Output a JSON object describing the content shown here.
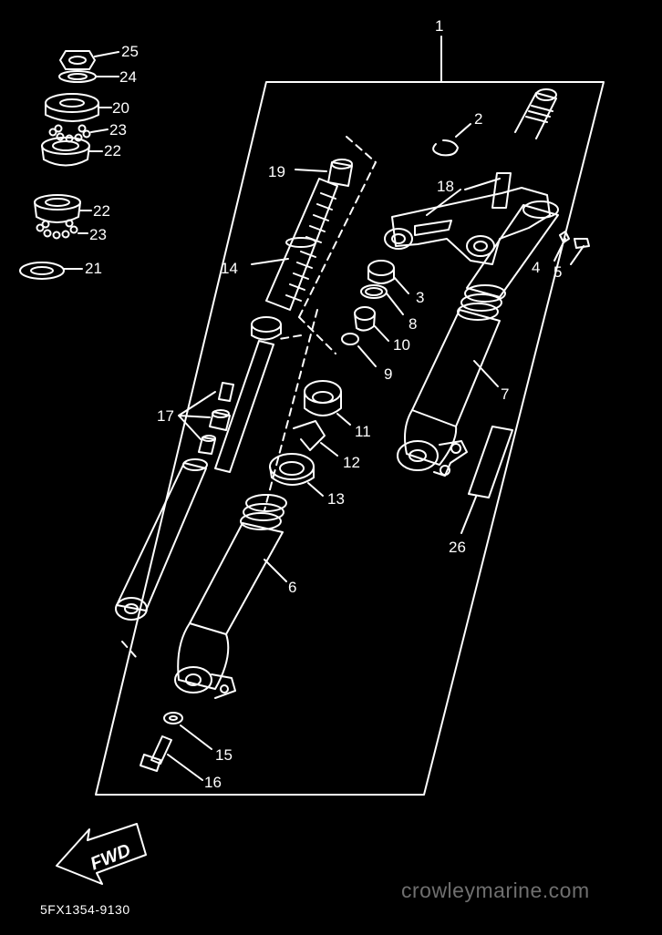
{
  "colors": {
    "background": "#000000",
    "line": "#ffffff",
    "watermark": "#6f6f6f"
  },
  "callouts": [
    {
      "id": "c1",
      "label": "1"
    },
    {
      "id": "c2",
      "label": "2"
    },
    {
      "id": "c3",
      "label": "3"
    },
    {
      "id": "c4",
      "label": "4"
    },
    {
      "id": "c5",
      "label": "5"
    },
    {
      "id": "c6",
      "label": "6"
    },
    {
      "id": "c7",
      "label": "7"
    },
    {
      "id": "c8",
      "label": "8"
    },
    {
      "id": "c9",
      "label": "9"
    },
    {
      "id": "c10",
      "label": "10"
    },
    {
      "id": "c11",
      "label": "11"
    },
    {
      "id": "c12",
      "label": "12"
    },
    {
      "id": "c13",
      "label": "13"
    },
    {
      "id": "c14",
      "label": "14"
    },
    {
      "id": "c15",
      "label": "15"
    },
    {
      "id": "c16",
      "label": "16"
    },
    {
      "id": "c17",
      "label": "17"
    },
    {
      "id": "c18",
      "label": "18"
    },
    {
      "id": "c19",
      "label": "19"
    },
    {
      "id": "c20",
      "label": "20"
    },
    {
      "id": "c21",
      "label": "21"
    },
    {
      "id": "c22a",
      "label": "22"
    },
    {
      "id": "c22b",
      "label": "22"
    },
    {
      "id": "c23a",
      "label": "23"
    },
    {
      "id": "c23b",
      "label": "23"
    },
    {
      "id": "c24",
      "label": "24"
    },
    {
      "id": "c25",
      "label": "25"
    },
    {
      "id": "c26",
      "label": "26"
    }
  ],
  "fwd_label": "FWD",
  "fwd_icon": "arrow-left-down-icon",
  "part_code": "5FX1354-9130",
  "watermark": "crowleymarine.com"
}
